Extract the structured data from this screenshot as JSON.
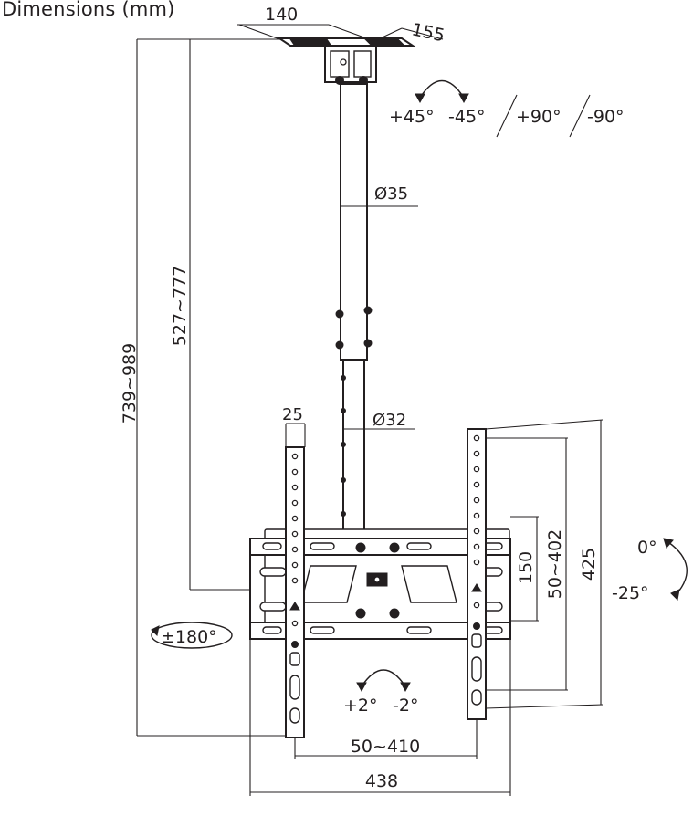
{
  "title": "Dimensions (mm)",
  "plate": {
    "width": "140",
    "depth": "155"
  },
  "pole_upper": {
    "diameter": "Ø35"
  },
  "pole_lower": {
    "diameter": "Ø32"
  },
  "heights": {
    "total": "739~989",
    "drop": "527~777"
  },
  "tilt_top": {
    "plus45": "+45°",
    "minus45": "-45°",
    "plus90": "+90°",
    "minus90": "-90°"
  },
  "arm_width": "25",
  "panel": {
    "vesa_vertical": "50~402",
    "frame_height": "150",
    "arm_height": "425",
    "vesa_horizontal": "50~410",
    "total_width": "438"
  },
  "tilt_side": {
    "zero": "0°",
    "minus25": "-25°"
  },
  "swivel": "±180°",
  "level": {
    "plus2": "+2°",
    "minus2": "-2°"
  },
  "colors": {
    "line": "#231f20",
    "background": "#ffffff"
  }
}
